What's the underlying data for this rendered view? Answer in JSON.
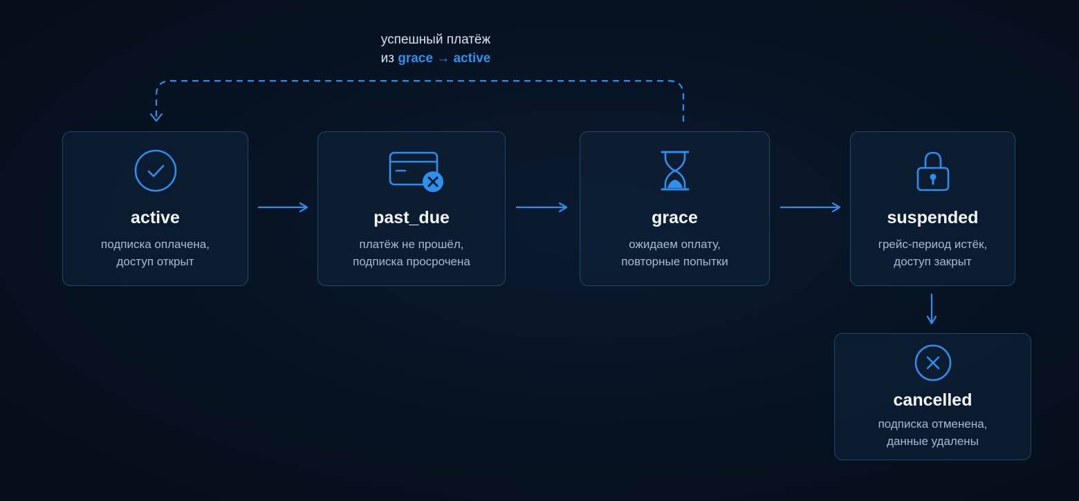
{
  "loop_label": {
    "line1": "успешный платёж",
    "prefix": "из",
    "transition": "grace → active"
  },
  "states": [
    {
      "id": "active",
      "name": "active",
      "desc": [
        "подписка оплачена,",
        "доступ открыт"
      ],
      "icon": "check-circle-icon"
    },
    {
      "id": "past_due",
      "name": "past_due",
      "desc": [
        "платёж не прошёл,",
        "подписка просрочена"
      ],
      "icon": "card-failed-icon"
    },
    {
      "id": "grace",
      "name": "grace",
      "desc": [
        "ожидаем оплату,",
        "повторные попытки"
      ],
      "icon": "hourglass-icon"
    },
    {
      "id": "suspended",
      "name": "suspended",
      "desc": [
        "грейс-период истёк,",
        "доступ закрыт"
      ],
      "icon": "padlock-icon"
    },
    {
      "id": "cancelled",
      "name": "cancelled",
      "desc": [
        "подписка отменена,",
        "данные удалены"
      ],
      "icon": "x-circle-icon"
    }
  ],
  "colors": {
    "accent": "#2f8fef",
    "background": "#06111f",
    "box_border": "#254768",
    "title": "#f3f6fa",
    "text": "#aabad0"
  }
}
